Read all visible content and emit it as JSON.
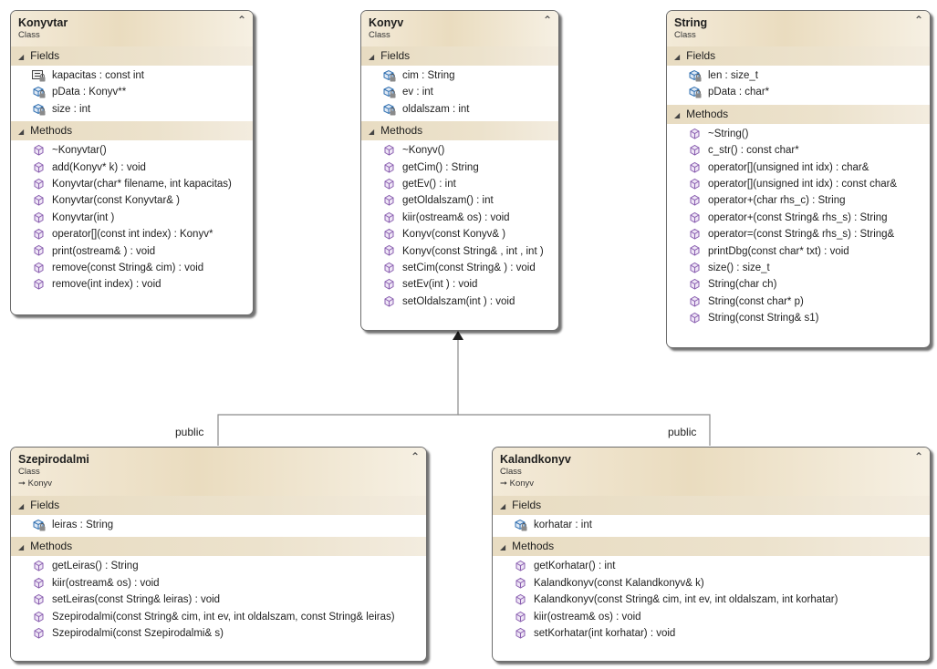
{
  "classes": {
    "konyvtar": {
      "name": "Konyvtar",
      "kind": "Class",
      "fields_label": "Fields",
      "methods_label": "Methods",
      "fields": [
        {
          "text": "kapacitas : const int",
          "icon": "constant-field-icon"
        },
        {
          "text": "pData : Konyv**",
          "icon": "field-icon"
        },
        {
          "text": "size : int",
          "icon": "field-icon"
        }
      ],
      "methods": [
        "~Konyvtar()",
        "add(Konyv* k) : void",
        "Konyvtar(char* filename, int kapacitas)",
        "Konyvtar(const Konyvtar& )",
        "Konyvtar(int )",
        "operator[](const int index) : Konyv*",
        "print(ostream& ) : void",
        "remove(const String& cim) : void",
        "remove(int index) : void"
      ]
    },
    "konyv": {
      "name": "Konyv",
      "kind": "Class",
      "fields_label": "Fields",
      "methods_label": "Methods",
      "fields": [
        {
          "text": "cim : String",
          "icon": "field-icon"
        },
        {
          "text": "ev : int",
          "icon": "field-icon"
        },
        {
          "text": "oldalszam : int",
          "icon": "field-icon"
        }
      ],
      "methods": [
        "~Konyv()",
        "getCim() : String",
        "getEv() : int",
        "getOldalszam() : int",
        "kiir(ostream& os) : void",
        "Konyv(const Konyv& )",
        "Konyv(const String& , int , int )",
        "setCim(const String& ) : void",
        "setEv(int ) : void",
        "setOldalszam(int ) : void"
      ]
    },
    "string": {
      "name": "String",
      "kind": "Class",
      "fields_label": "Fields",
      "methods_label": "Methods",
      "fields": [
        {
          "text": "len : size_t",
          "icon": "field-icon"
        },
        {
          "text": "pData : char*",
          "icon": "field-icon"
        }
      ],
      "methods": [
        "~String()",
        "c_str() : const char*",
        "operator[](unsigned int idx) : char&",
        "operator[](unsigned int idx) : const char&",
        "operator+(char rhs_c) : String",
        "operator+(const String& rhs_s) : String",
        "operator=(const String& rhs_s) : String&",
        "printDbg(const char* txt) : void",
        "size() : size_t",
        "String(char ch)",
        "String(const char* p)",
        "String(const String& s1)"
      ]
    },
    "szepirodalmi": {
      "name": "Szepirodalmi",
      "kind": "Class",
      "base": "Konyv",
      "fields_label": "Fields",
      "methods_label": "Methods",
      "fields": [
        {
          "text": "leiras : String",
          "icon": "field-icon"
        }
      ],
      "methods": [
        "getLeiras() : String",
        "kiir(ostream& os) : void",
        "setLeiras(const String& leiras) : void",
        "Szepirodalmi(const String& cim, int ev, int oldalszam, const String& leiras)",
        "Szepirodalmi(const Szepirodalmi& s)"
      ]
    },
    "kalandkonyv": {
      "name": "Kalandkonyv",
      "kind": "Class",
      "base": "Konyv",
      "fields_label": "Fields",
      "methods_label": "Methods",
      "fields": [
        {
          "text": "korhatar : int",
          "icon": "field-icon"
        }
      ],
      "methods": [
        "getKorhatar() : int",
        "Kalandkonyv(const Kalandkonyv& k)",
        "Kalandkonyv(const String& cim, int ev, int oldalszam, int korhatar)",
        "kiir(ostream& os) : void",
        "setKorhatar(int korhatar) : void"
      ]
    }
  },
  "relations": {
    "left_label": "public",
    "right_label": "public"
  },
  "colors": {
    "header": "#eadcbf",
    "section": "#e8dcc2",
    "icon_purple": "#8a5fb0",
    "icon_blue": "#2f6fb0"
  }
}
